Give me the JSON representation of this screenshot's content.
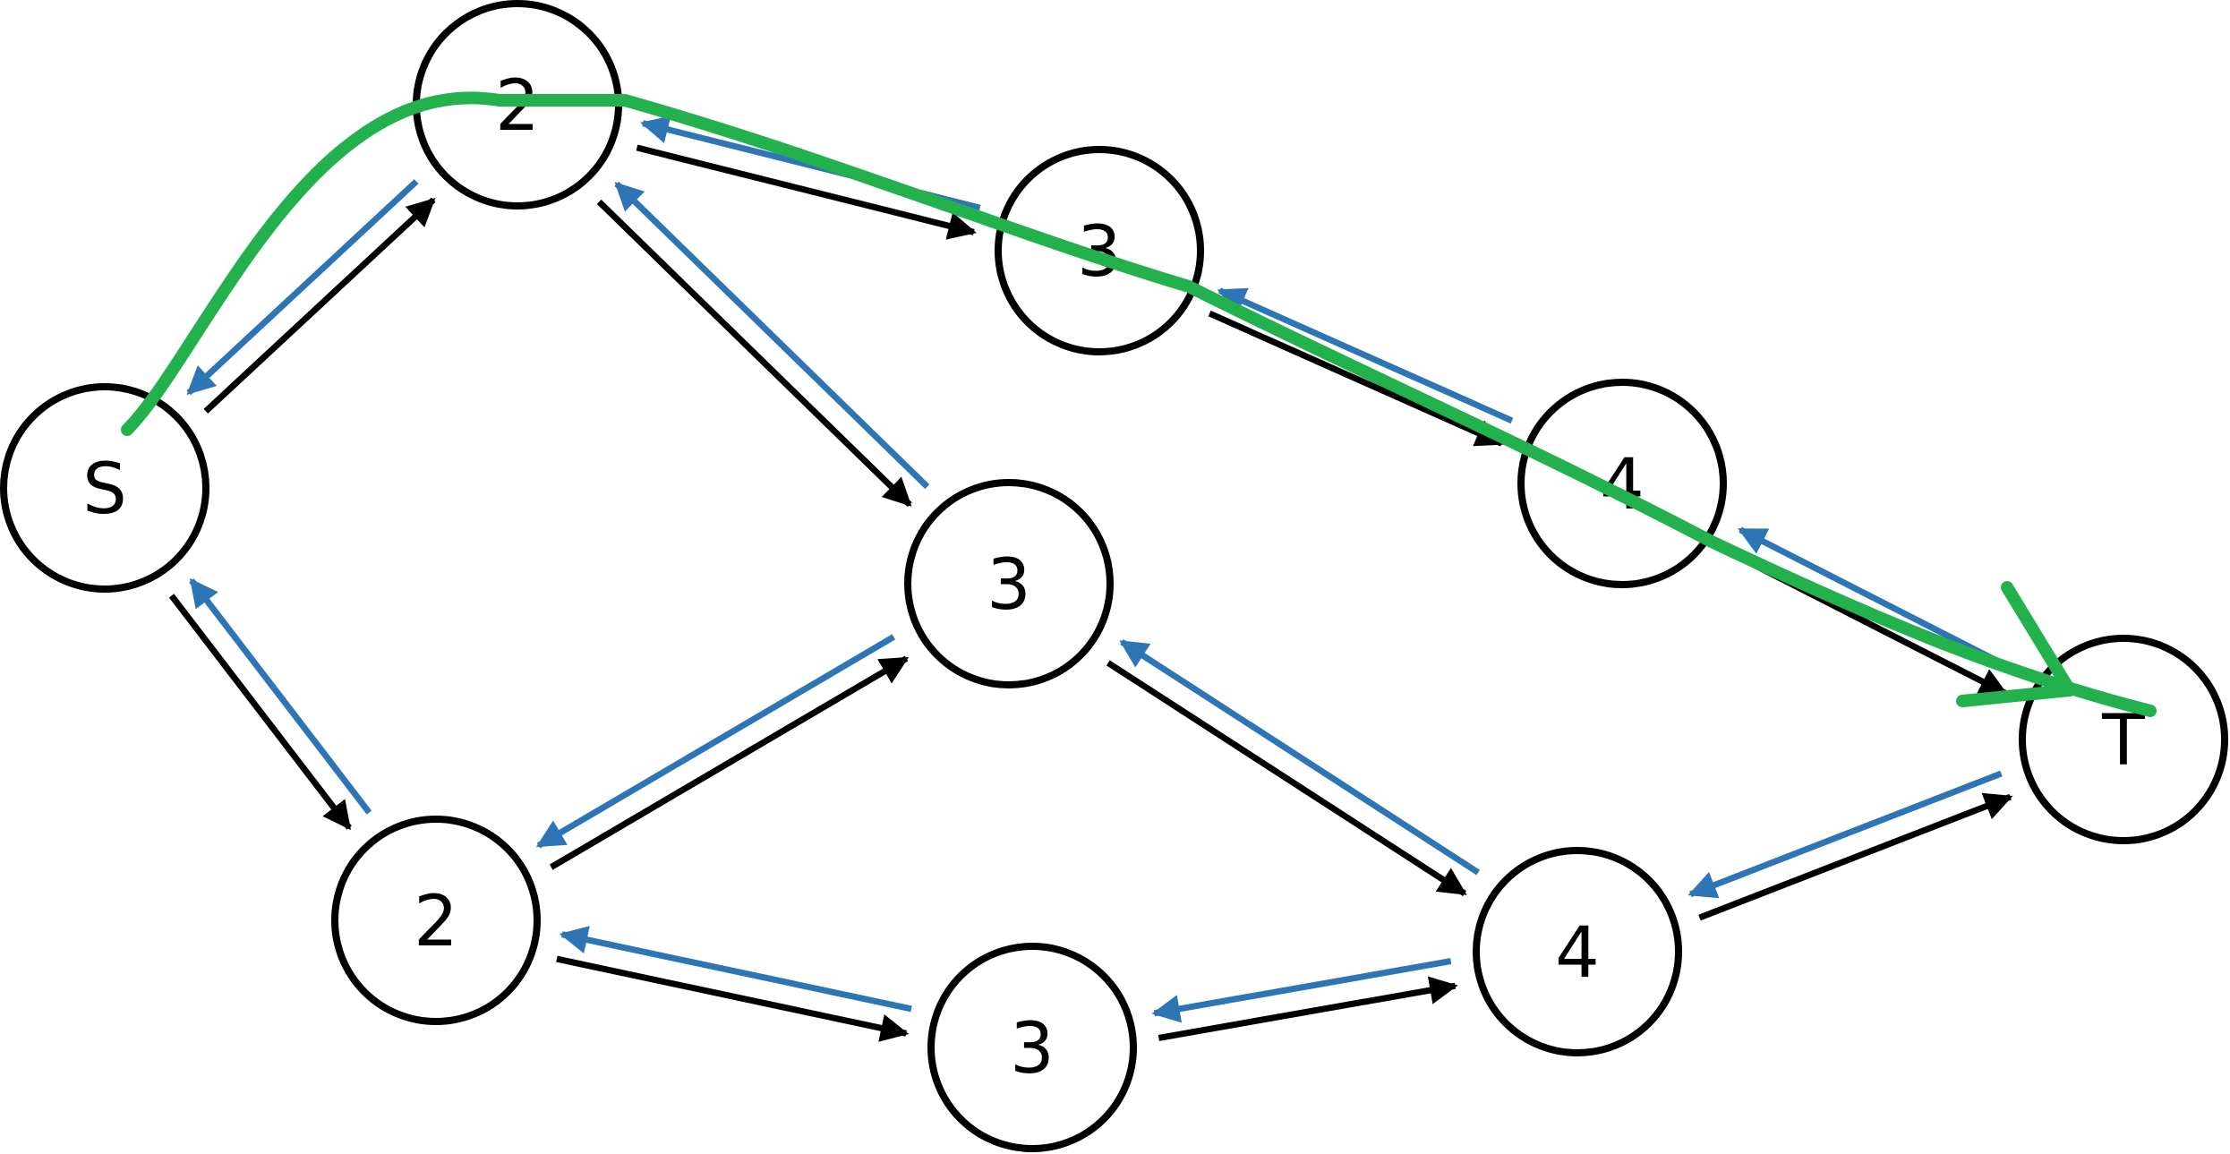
{
  "diagram": {
    "nodes": [
      {
        "id": "S",
        "label": "S"
      },
      {
        "id": "u2",
        "label": "2"
      },
      {
        "id": "u3",
        "label": "3"
      },
      {
        "id": "u4",
        "label": "4"
      },
      {
        "id": "m3",
        "label": "3"
      },
      {
        "id": "l2",
        "label": "2"
      },
      {
        "id": "l3",
        "label": "3"
      },
      {
        "id": "l4",
        "label": "4"
      },
      {
        "id": "T",
        "label": "T"
      }
    ],
    "edges": [
      {
        "from": "S",
        "to": "u2",
        "kind": "forward"
      },
      {
        "from": "u2",
        "to": "S",
        "kind": "reverse"
      },
      {
        "from": "S",
        "to": "l2",
        "kind": "forward"
      },
      {
        "from": "l2",
        "to": "S",
        "kind": "reverse"
      },
      {
        "from": "u2",
        "to": "u3",
        "kind": "forward"
      },
      {
        "from": "u3",
        "to": "u2",
        "kind": "reverse"
      },
      {
        "from": "u2",
        "to": "m3",
        "kind": "forward"
      },
      {
        "from": "m3",
        "to": "u2",
        "kind": "reverse"
      },
      {
        "from": "u3",
        "to": "u4",
        "kind": "forward"
      },
      {
        "from": "u4",
        "to": "u3",
        "kind": "reverse"
      },
      {
        "from": "u4",
        "to": "T",
        "kind": "forward"
      },
      {
        "from": "T",
        "to": "u4",
        "kind": "reverse"
      },
      {
        "from": "l2",
        "to": "m3",
        "kind": "forward"
      },
      {
        "from": "m3",
        "to": "l2",
        "kind": "reverse"
      },
      {
        "from": "m3",
        "to": "l4",
        "kind": "forward"
      },
      {
        "from": "l4",
        "to": "m3",
        "kind": "reverse"
      },
      {
        "from": "l2",
        "to": "l3",
        "kind": "forward"
      },
      {
        "from": "l3",
        "to": "l2",
        "kind": "reverse"
      },
      {
        "from": "l3",
        "to": "l4",
        "kind": "forward"
      },
      {
        "from": "l4",
        "to": "l3",
        "kind": "reverse"
      },
      {
        "from": "l4",
        "to": "T",
        "kind": "forward"
      },
      {
        "from": "T",
        "to": "l4",
        "kind": "reverse"
      }
    ],
    "highlight_path": [
      "S",
      "u2",
      "u3",
      "u4",
      "T"
    ],
    "colors": {
      "forward": "#000000",
      "reverse": "#2e75b6",
      "highlight": "#22b14c",
      "node_stroke": "#000000"
    }
  }
}
